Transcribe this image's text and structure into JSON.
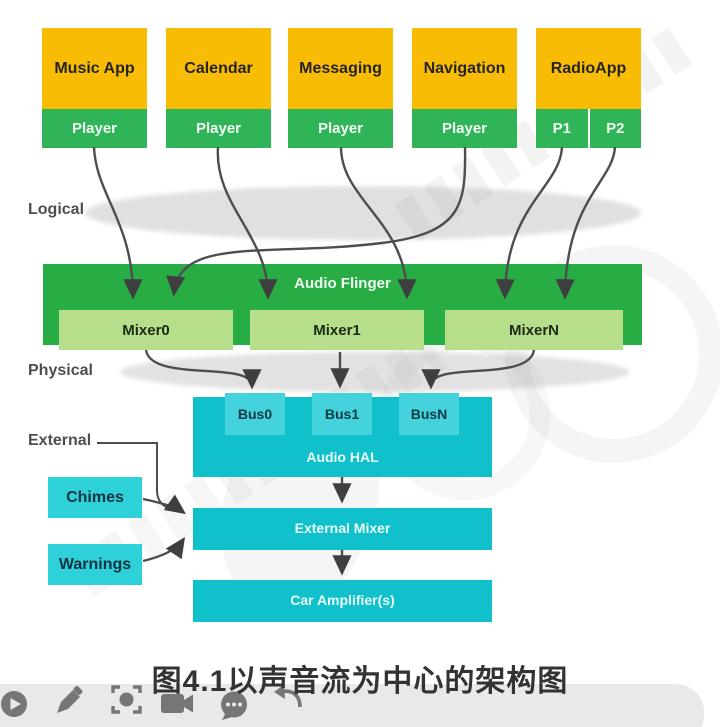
{
  "diagram": {
    "apps": [
      {
        "name": "Music App",
        "players": [
          "Player"
        ]
      },
      {
        "name": "Calendar",
        "players": [
          "Player"
        ]
      },
      {
        "name": "Messaging",
        "players": [
          "Player"
        ]
      },
      {
        "name": "Navigation",
        "players": [
          "Player"
        ]
      },
      {
        "name": "RadioApp",
        "players": [
          "P1",
          "P2"
        ]
      }
    ],
    "layer_labels": {
      "logical": "Logical",
      "physical": "Physical",
      "external": "External"
    },
    "audio_flinger": {
      "title": "Audio Flinger",
      "mixers": [
        "Mixer0",
        "Mixer1",
        "MixerN"
      ]
    },
    "audio_hal": {
      "title": "Audio HAL",
      "buses": [
        "Bus0",
        "Bus1",
        "BusN"
      ]
    },
    "external_mixer": "External Mixer",
    "car_amplifier": "Car Amplifier(s)",
    "external_sources": [
      "Chimes",
      "Warnings"
    ]
  },
  "caption": "图4.1以声音流为中心的架构图",
  "toolbar": {
    "icons": [
      "play",
      "edit",
      "scan",
      "video-camera",
      "comment",
      "reply"
    ]
  },
  "colors": {
    "app_yellow": "#F9BC05",
    "player_green": "#2FB457",
    "flinger_green": "#28AD44",
    "mixer_light_green": "#B7DF8B",
    "teal": "#10C1CB",
    "bus_light_teal": "#44D3DC",
    "arrow_gray": "#4d4d4d"
  }
}
